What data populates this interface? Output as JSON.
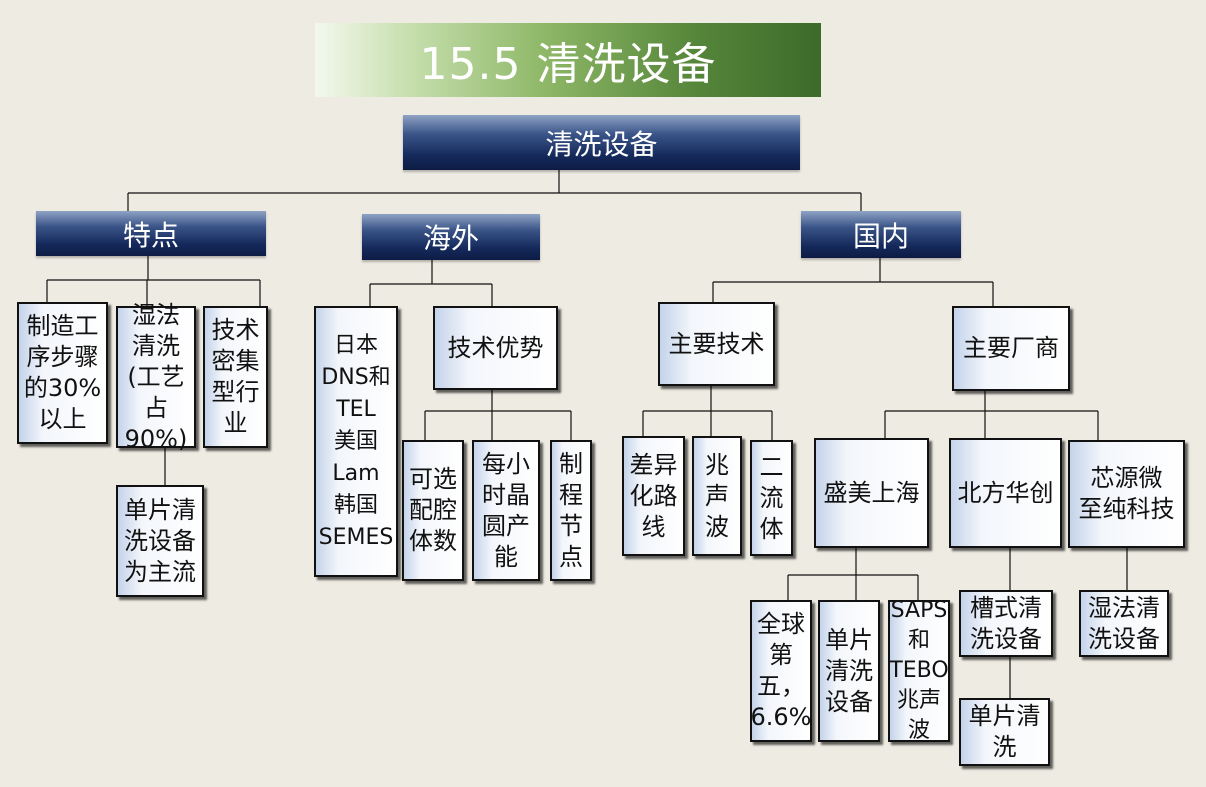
{
  "slide_title": "15.5 清洗设备",
  "root": "清洗设备",
  "categories": {
    "features": "特点",
    "overseas": "海外",
    "domestic": "国内"
  },
  "features": {
    "item1": "制造工\n序步骤\n的30%\n以上",
    "item2": "湿法\n清洗\n(工艺\n占90%)",
    "item2_child": "单片清\n洗设备\n为主流",
    "item3": "技术\n密集\n型行\n业"
  },
  "overseas": {
    "vendors": "日本\nDNS和\nTEL\n美国\nLam\n韩国\nSEMES",
    "advantage": "技术优势",
    "adv1": "可选\n配腔\n体数",
    "adv2": "每小\n时晶\n圆产\n能",
    "adv3": "制\n程\n节\n点"
  },
  "domestic": {
    "main_tech": "主要技术",
    "tech1": "差异\n化路\n线",
    "tech2": "兆\n声\n波",
    "tech3": "二\n流\n体",
    "vendors": "主要厂商",
    "v1": "盛美上海",
    "v1_c1": "全球\n第五，\n6.6%",
    "v1_c2": "单片\n清洗\n设备",
    "v1_c3": "SAPS\n和\nTEBO\n兆声\n波",
    "v2": "北方华创",
    "v2_c1": "槽式清\n洗设备",
    "v2_c2": "单片清\n洗",
    "v3": "芯源微\n至纯科技",
    "v3_c1": "湿法清\n洗设备"
  },
  "colors": {
    "background": "#eeebe2",
    "title_gradient_end": "#3c6b2a",
    "header_blue": "#14285a",
    "box_border": "#111111"
  }
}
